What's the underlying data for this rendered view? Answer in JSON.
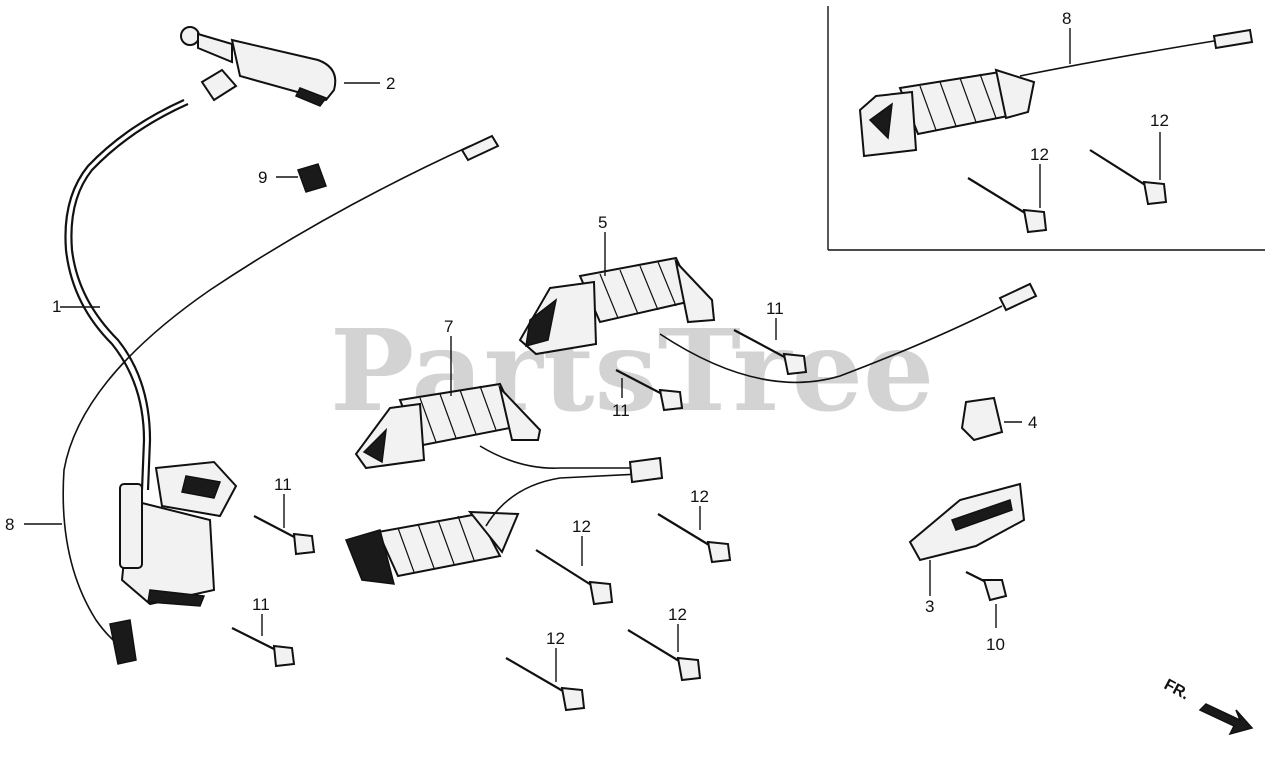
{
  "watermark": "PartsTree",
  "direction": {
    "text": "FR."
  },
  "callouts": [
    {
      "id": "c1",
      "text": "1"
    },
    {
      "id": "c2",
      "text": "2"
    },
    {
      "id": "c3",
      "text": "3"
    },
    {
      "id": "c4",
      "text": "4"
    },
    {
      "id": "c5",
      "text": "5"
    },
    {
      "id": "c7",
      "text": "7"
    },
    {
      "id": "c8a",
      "text": "8"
    },
    {
      "id": "c8b",
      "text": "8"
    },
    {
      "id": "c9",
      "text": "9"
    },
    {
      "id": "c10",
      "text": "10"
    },
    {
      "id": "c11a",
      "text": "11"
    },
    {
      "id": "c11b",
      "text": "11"
    },
    {
      "id": "c11c",
      "text": "11"
    },
    {
      "id": "c11d",
      "text": "11"
    },
    {
      "id": "c12a",
      "text": "12"
    },
    {
      "id": "c12b",
      "text": "12"
    },
    {
      "id": "c12c",
      "text": "12"
    },
    {
      "id": "c12d",
      "text": "12"
    },
    {
      "id": "c12e",
      "text": "12"
    },
    {
      "id": "c12f",
      "text": "12"
    }
  ]
}
